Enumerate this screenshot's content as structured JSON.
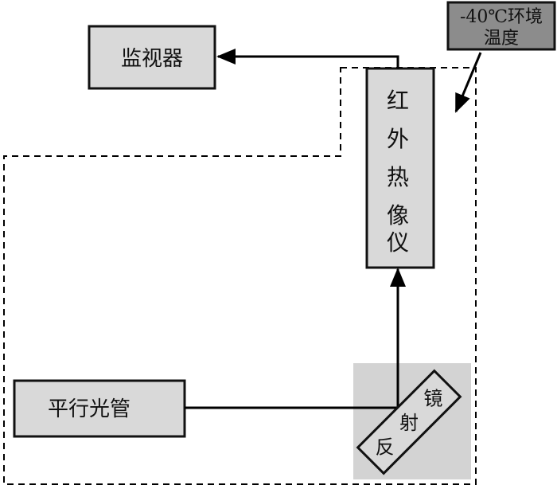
{
  "diagram": {
    "monitor": {
      "label": "监视器"
    },
    "ambient": {
      "line1": "-40℃环境",
      "line2": "温度"
    },
    "thermal_imager": {
      "chars": [
        "红",
        "外",
        "热",
        "像",
        "仪"
      ]
    },
    "collimator": {
      "label": "平行光管"
    },
    "reflector": {
      "chars": [
        "反",
        "射",
        "镜"
      ]
    }
  },
  "colors": {
    "box_fill": "#d9d9d9",
    "box_stroke": "#111111",
    "ambient_fill": "#8c8c8c",
    "mirror_area": "#d3d3d3",
    "line": "#000000"
  }
}
